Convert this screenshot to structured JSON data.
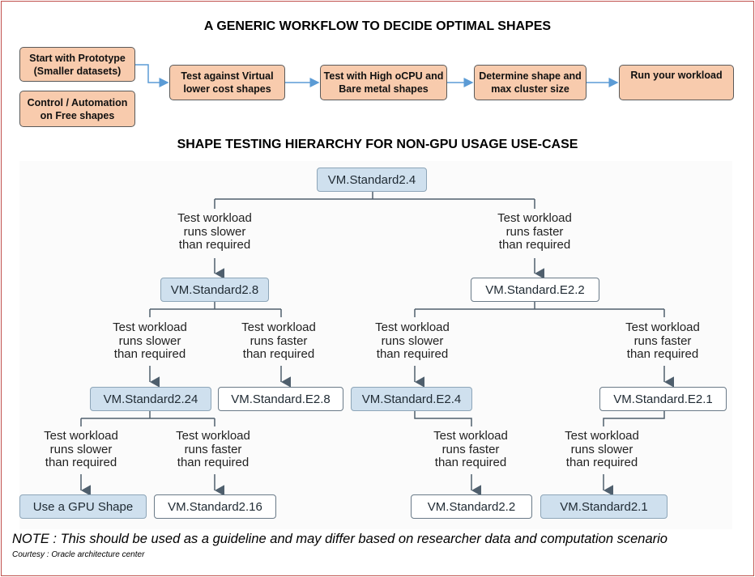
{
  "titles": {
    "workflow": "A GENERIC WORKFLOW TO DECIDE OPTIMAL SHAPES",
    "hierarchy": "SHAPE TESTING HIERARCHY FOR NON-GPU USAGE USE-CASE"
  },
  "workflow": {
    "start": "Start with Prototype\n(Smaller datasets)",
    "control": "Control / Automation\non Free shapes",
    "step1": "Test against Virtual\nlower cost shapes",
    "step2": "Test with High oCPU and\nBare metal shapes",
    "step3": "Determine shape and\nmax cluster size",
    "step4": "Run your workload"
  },
  "tree": {
    "root": "VM.Standard2.4",
    "l1_left": "VM.Standard2.8",
    "l1_right": "VM.Standard.E2.2",
    "l2_a": "VM.Standard2.24",
    "l2_b": "VM.Standard.E2.8",
    "l2_c": "VM.Standard.E2.4",
    "l2_d": "VM.Standard.E2.1",
    "l3_a": "Use a GPU Shape",
    "l3_b": "VM.Standard2.16",
    "l3_c": "VM.Standard2.2",
    "l3_d": "VM.Standard2.1"
  },
  "labels": {
    "slower": "Test workload\nruns slower\nthan required",
    "faster": "Test workload\nruns faster\nthan required"
  },
  "footer": {
    "note": "NOTE : This should be used as a guideline and may differ based on researcher data and computation scenario",
    "courtesy": "Courtesy : Oracle architecture center"
  },
  "colors": {
    "flow_fill": "#f8cbad",
    "node_blue": "#cfe0ee",
    "arrow_blue": "#5b9bd5",
    "frame_red": "#c0504d"
  }
}
